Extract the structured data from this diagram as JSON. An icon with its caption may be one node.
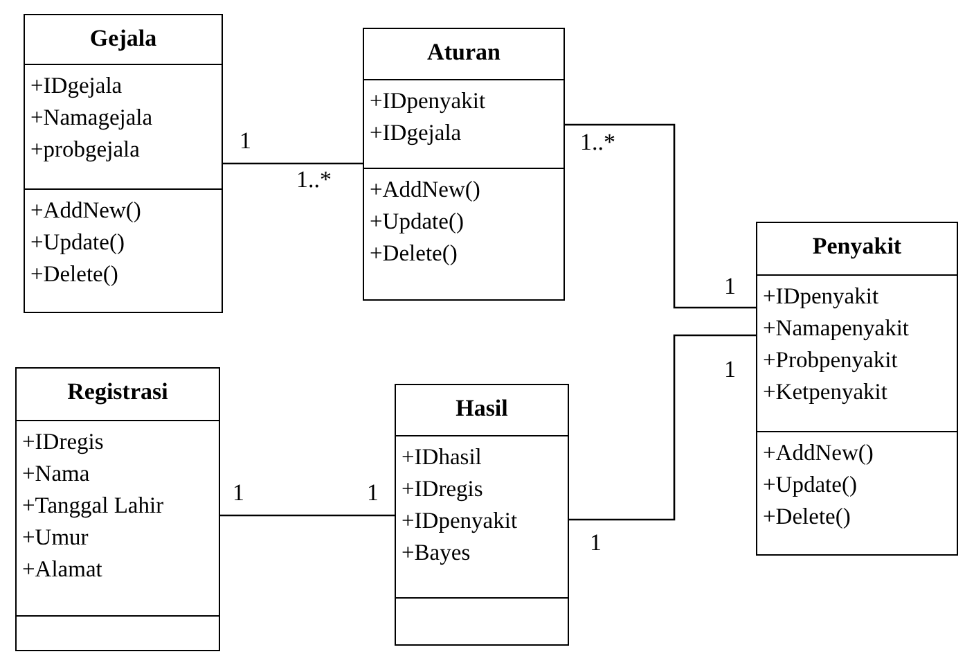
{
  "diagram": {
    "nodes": [
      {
        "text": [
          "Gejala"
        ]
      },
      {
        "text": [
          "+IDgejala",
          "+Namagejala",
          "+probgejala"
        ],
        "in": 0
      },
      {
        "text": [
          "+AddNew()",
          "+Update()",
          "+Delete()"
        ],
        "in": 0
      },
      {
        "text": [
          "Aturan"
        ]
      },
      {
        "text": [
          "+IDpenyakit",
          "+IDgejala"
        ],
        "in": 3
      },
      {
        "text": [
          "+AddNew()",
          "+Update()",
          "+Delete()"
        ],
        "in": 3
      },
      {
        "text": [
          "Penyakit"
        ]
      },
      {
        "text": [
          "+IDpenyakit",
          "+Namapenyakit",
          "+Probpenyakit",
          "+Ketpenyakit"
        ],
        "in": 6
      },
      {
        "text": [
          "+AddNew()",
          "+Update()",
          "+Delete()"
        ],
        "in": 6
      },
      {
        "text": [
          "Registrasi"
        ]
      },
      {
        "text": [
          "+IDregis",
          "+Nama",
          "+Tanggal Lahir",
          "+Umur",
          "+Alamat"
        ],
        "in": 9
      },
      {
        "text": [],
        "shape": "box",
        "in": 9
      },
      {
        "text": [
          "Hasil"
        ]
      },
      {
        "text": [
          "+IDhasil",
          "+IDregis",
          "+IDpenyakit",
          "+Bayes"
        ],
        "in": 12
      },
      {
        "text": [],
        "shape": "box",
        "in": 12
      }
    ],
    "edges": [
      {
        "from": 0,
        "to": 3,
        "arrow": "none"
      },
      {
        "from": 3,
        "to": 6,
        "arrow": "none"
      },
      {
        "from": 9,
        "to": 12,
        "arrow": "none"
      },
      {
        "from": 12,
        "to": 6,
        "arrow": "none"
      }
    ],
    "labels": [
      "1",
      "1..*",
      "1..*",
      "1",
      "1",
      "1",
      "1",
      "1"
    ]
  }
}
